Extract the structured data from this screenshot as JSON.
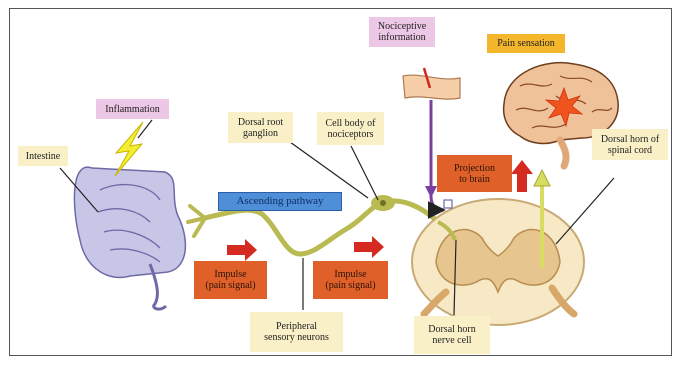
{
  "labels": {
    "nociceptive_info": "Nociceptive\ninformation",
    "pain_sensation": "Pain sensation",
    "inflammation": "Inflammation",
    "intestine": "Intestine",
    "dorsal_root_ganglion": "Dorsal root\nganglion",
    "cell_body": "Cell body of\nnociceptors",
    "dorsal_horn_spinal": "Dorsal horn of\nspinal cord",
    "projection": "Projection\nto brain",
    "ascending": "Ascending pathway",
    "impulse_left": "Impulse\n(pain signal)",
    "impulse_right": "Impulse\n(pain signal)",
    "peripheral": "Peripheral\nsensory neurons",
    "dorsal_horn_cell": "Dorsal horn\nnerve cell"
  },
  "colors": {
    "cream_label": "#faf0c8",
    "pink_label": "#ecc7e6",
    "orange_label": "#f4b62b",
    "red_label": "#e0602a",
    "blue_label": "#4f8fd8",
    "nerve": "#b9ba52",
    "intestine": "#c8c6e6",
    "arrow_red": "#d42a20",
    "arrow_purple": "#7b3fa0",
    "arrow_yellow": "#d8dc60"
  }
}
